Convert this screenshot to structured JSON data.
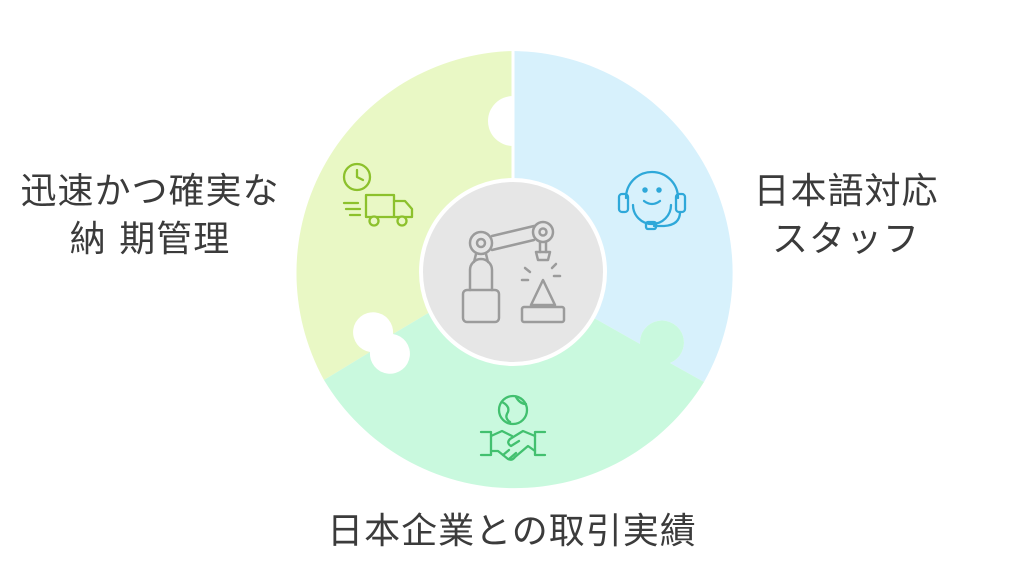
{
  "segments": {
    "left": {
      "line1": "迅速かつ確実な",
      "line2": "納 期管理",
      "icon": "delivery-truck-clock-icon",
      "color": "#e8f7c2",
      "icon_color": "#8bbf2a"
    },
    "right": {
      "line1": "日本語対応",
      "line2": "スタッフ",
      "icon": "headset-support-icon",
      "color": "#d6f1fc",
      "icon_color": "#2aa7d8"
    },
    "bottom": {
      "line1": "日本企業との取引実績",
      "icon": "global-handshake-icon",
      "color": "#c8f8dd",
      "icon_color": "#3fbe6d"
    }
  },
  "center": {
    "icon": "robotic-arm-icon",
    "color": "#e6e6e6",
    "icon_color": "#9a9a9a"
  }
}
